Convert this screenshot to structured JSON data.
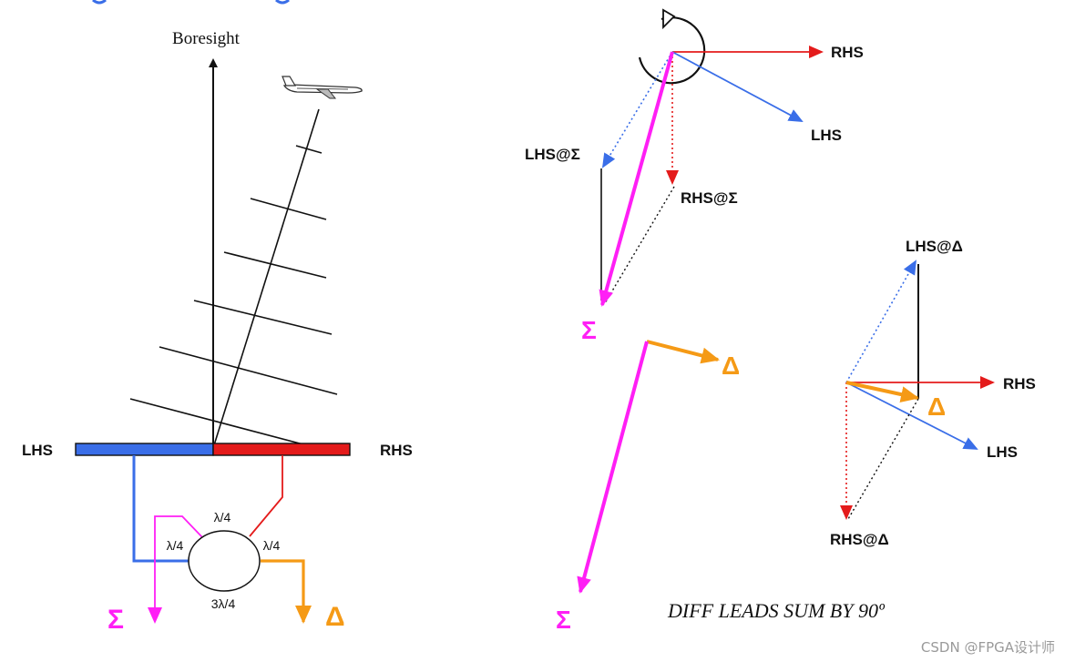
{
  "colors": {
    "lhs": "#3a6ee8",
    "rhs": "#e41b1b",
    "sum": "#ff1ff5",
    "diff": "#f59a16",
    "ink": "#111111"
  },
  "left_panel": {
    "boresight_label": "Boresight",
    "lhs_label": "LHS",
    "rhs_label": "RHS",
    "port_top": "λ/4",
    "port_left": "λ/4",
    "port_right": "λ/4",
    "port_bottom": "3λ/4",
    "sum_symbol": "Σ",
    "diff_symbol": "Δ"
  },
  "sum_vectors": {
    "rhs_label": "RHS",
    "lhs_label": "LHS",
    "lhs_at_sum_label": "LHS@Σ",
    "rhs_at_sum_label": "RHS@Σ",
    "sum_symbol": "Σ"
  },
  "diff_vectors": {
    "lhs_at_diff_label": "LHS@Δ",
    "rhs_label": "RHS",
    "lhs_label": "LHS",
    "rhs_at_diff_label": "RHS@Δ",
    "diff_symbol": "Δ"
  },
  "result": {
    "diff_symbol": "Δ",
    "sum_symbol": "Σ",
    "caption": "DIFF LEADS SUM BY 90º"
  },
  "watermark": "CSDN @FPGA设计师"
}
